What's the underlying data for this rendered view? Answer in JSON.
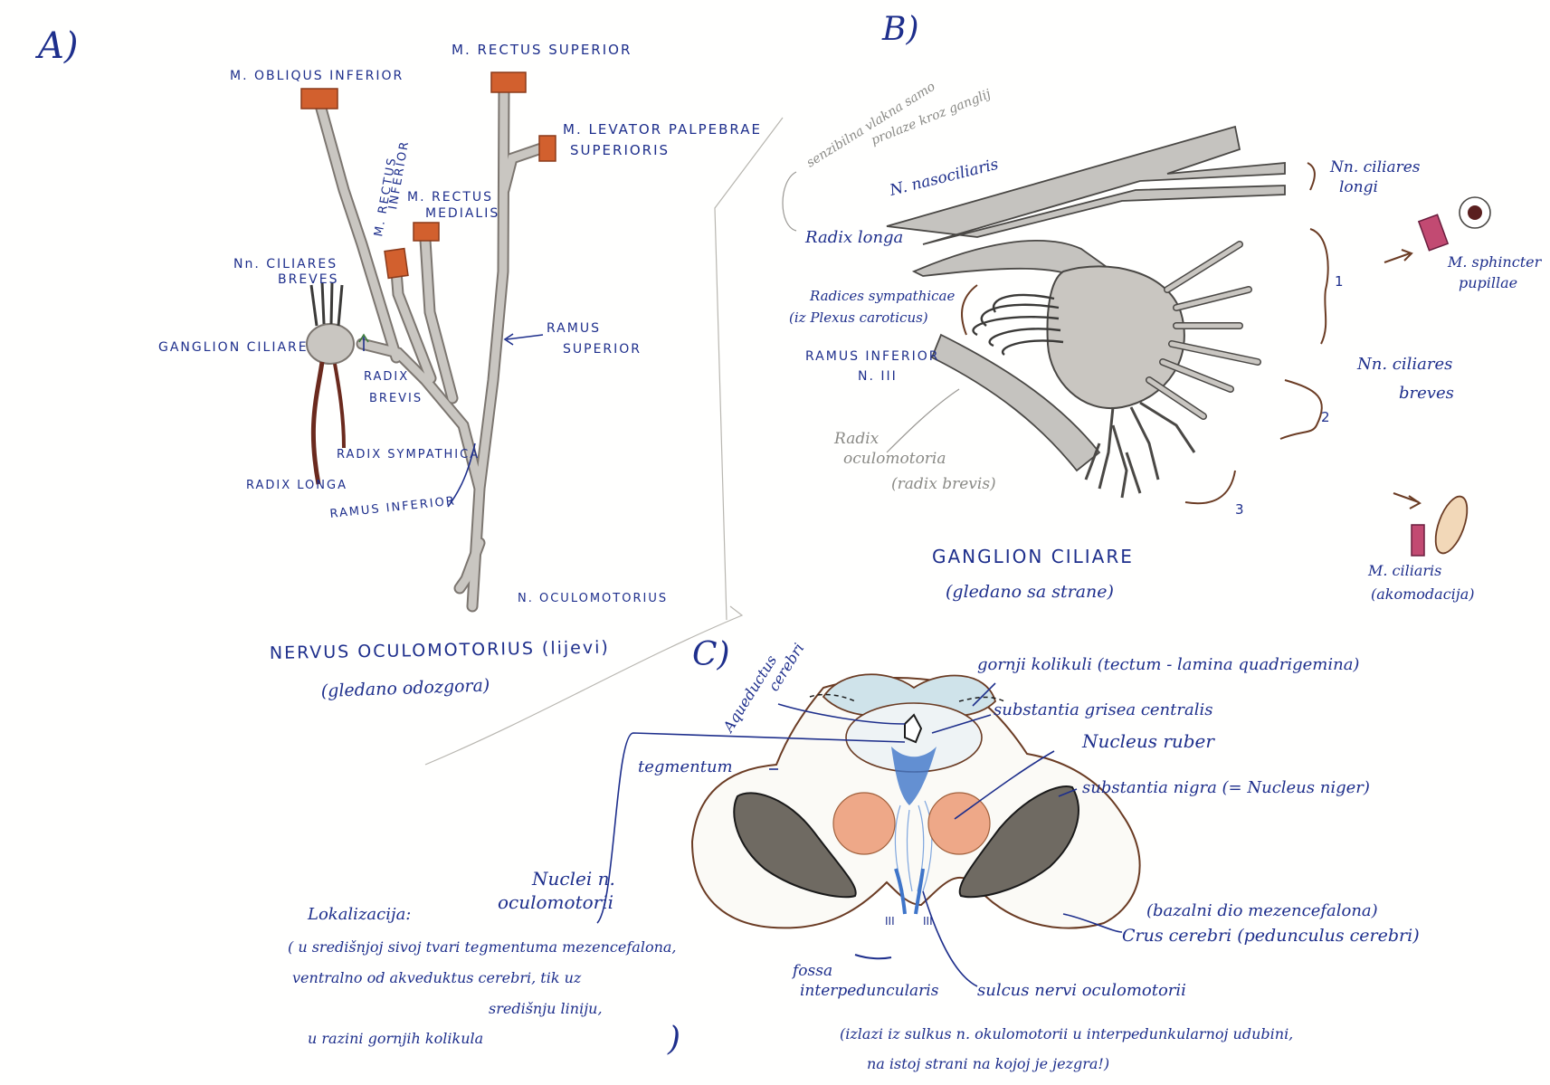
{
  "panel_a": {
    "letter": "A)",
    "obliquus_inferior": "M. OBLIQUS INFERIOR",
    "rectus_superior": "M. RECTUS SUPERIOR",
    "levator_1": "M. LEVATOR PALPEBRAE",
    "levator_2": "SUPERIORIS",
    "rectus_inferior_1": "M. RECTUS",
    "rectus_inferior_2": "INFERIOR",
    "rectus_medialis_1": "M. RECTUS",
    "rectus_medialis_2": "MEDIALIS",
    "ciliares_breves_1": "Nn. CILIARES",
    "ciliares_breves_2": "BREVES",
    "ganglion": "GANGLION CILIARE",
    "radix_brevis_1": "RADIX",
    "radix_brevis_2": "BREVIS",
    "ramus_superior_1": "RAMUS",
    "ramus_superior_2": "SUPERIOR",
    "radix_sympathica": "RADIX SYMPATHICA",
    "radix_longa": "RADIX LONGA",
    "ramus_inferior": "RAMUS INFERIOR",
    "n_oculomotorius": "N. OCULOMOTORIUS",
    "title": "NERVUS OCULOMOTORIUS (lijevi)",
    "subtitle": "(gledano odozgora)"
  },
  "panel_b": {
    "letter": "B)",
    "pencil_note_1": "senzibilna vlakna samo",
    "pencil_note_2": "prolaze kroz ganglij",
    "nasociliaris": "N. nasociliaris",
    "ciliares_longi_1": "Nn. ciliares",
    "ciliares_longi_2": "longi",
    "radix_longa": "Radix longa",
    "radices_symp_1": "Radices sympathicae",
    "radices_symp_2": "(iz Plexus caroticus)",
    "ramus_inferior_1": "RAMUS INFERIOR",
    "ramus_inferior_2": "N. III",
    "radix_oculo_1": "Radix",
    "radix_oculo_2": "oculomotoria",
    "radix_oculo_3": "(radix brevis)",
    "num_1": "1",
    "num_2": "2",
    "num_3": "3",
    "ciliares_breves_1": "Nn. ciliares",
    "ciliares_breves_2": "breves",
    "sphincter_1": "M. sphincter",
    "sphincter_2": "pupillae",
    "ciliaris_1": "M. ciliaris",
    "ciliaris_2": "(akomodacija)",
    "title": "GANGLION CILIARE",
    "subtitle": "(gledano sa strane)"
  },
  "panel_c": {
    "letter": "C)",
    "aqueductus_1": "Aqueductus",
    "aqueductus_2": "cerebri",
    "colliculi": "gornji kolikuli (tectum - lamina quadrigemina)",
    "grisea": "substantia grisea centralis",
    "ruber": "Nucleus ruber",
    "tegmentum": "tegmentum",
    "nigra": "substantia nigra (= Nucleus niger)",
    "nuclei_1": "Nuclei n.",
    "nuclei_2": "oculomotorii",
    "bazalni": "(bazalni dio mezencefalona)",
    "crus": "Crus cerebri (pedunculus cerebri)",
    "iii_left": "III",
    "iii_right": "III",
    "fossa_1": "fossa",
    "fossa_2": "interpeduncularis",
    "sulcus": "sulcus nervi oculomotorii",
    "izlazi_1": "(izlazi iz sulkus n. okulomotorii u interpedunkularnoj udubini,",
    "izlazi_2": "na istoj strani na kojoj je jezgra!)",
    "lok_title": "Lokalizacija:",
    "lok_1": "( u središnjoj sivoj tvari tegmentuma mezencefalona,",
    "lok_2": "ventralno od akveduktus cerebri, tik uz",
    "lok_3": "središnju liniju,",
    "lok_4": "u razini gornjih kolikula",
    "lok_close": ")"
  },
  "colors": {
    "ink": "#1e2f8c",
    "muscle": "#d2602e",
    "nerve": "#9a948e",
    "red_nucleus": "#eea888",
    "substantia_nigra": "#6f6a62",
    "nuclei_blue": "#3f75c9"
  }
}
